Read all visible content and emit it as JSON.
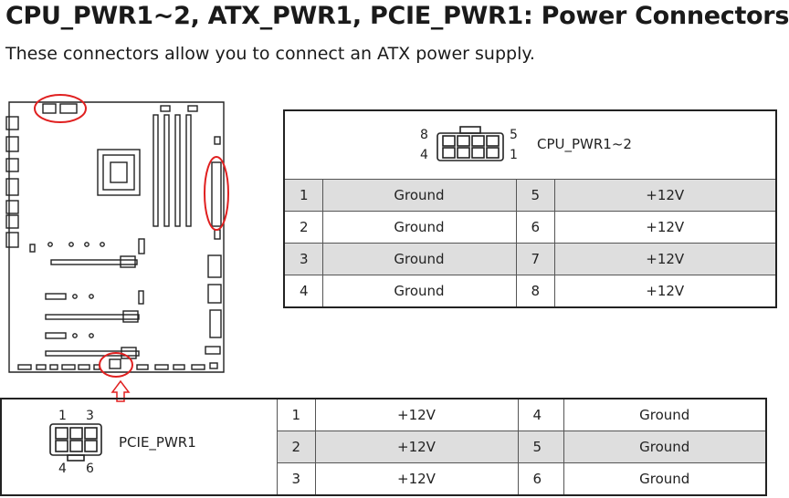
{
  "title": "CPU_PWR1~2, ATX_PWR1, PCIE_PWR1: Power Connectors",
  "subtitle": "These connectors allow you to connect an ATX power supply.",
  "cpu_connector": {
    "label": "CPU_PWR1~2",
    "pin_labels": {
      "top_left": "8",
      "bottom_left": "4",
      "top_right": "5",
      "bottom_right": "1"
    },
    "rows": [
      {
        "pin_a": "1",
        "signal_a": "Ground",
        "pin_b": "5",
        "signal_b": "+12V"
      },
      {
        "pin_a": "2",
        "signal_a": "Ground",
        "pin_b": "6",
        "signal_b": "+12V"
      },
      {
        "pin_a": "3",
        "signal_a": "Ground",
        "pin_b": "7",
        "signal_b": "+12V"
      },
      {
        "pin_a": "4",
        "signal_a": "Ground",
        "pin_b": "8",
        "signal_b": "+12V"
      }
    ]
  },
  "pcie_connector": {
    "label": "PCIE_PWR1",
    "pin_labels": {
      "top_left": "1",
      "top_right": "3",
      "bottom_left": "4",
      "bottom_right": "6"
    },
    "rows": [
      {
        "pin_a": "1",
        "signal_a": "+12V",
        "pin_b": "4",
        "signal_b": "Ground"
      },
      {
        "pin_a": "2",
        "signal_a": "+12V",
        "pin_b": "5",
        "signal_b": "Ground"
      },
      {
        "pin_a": "3",
        "signal_a": "+12V",
        "pin_b": "6",
        "signal_b": "Ground"
      }
    ]
  },
  "colors": {
    "highlight": "#e02020",
    "row_shade": "#dedede",
    "border": "#222222"
  }
}
